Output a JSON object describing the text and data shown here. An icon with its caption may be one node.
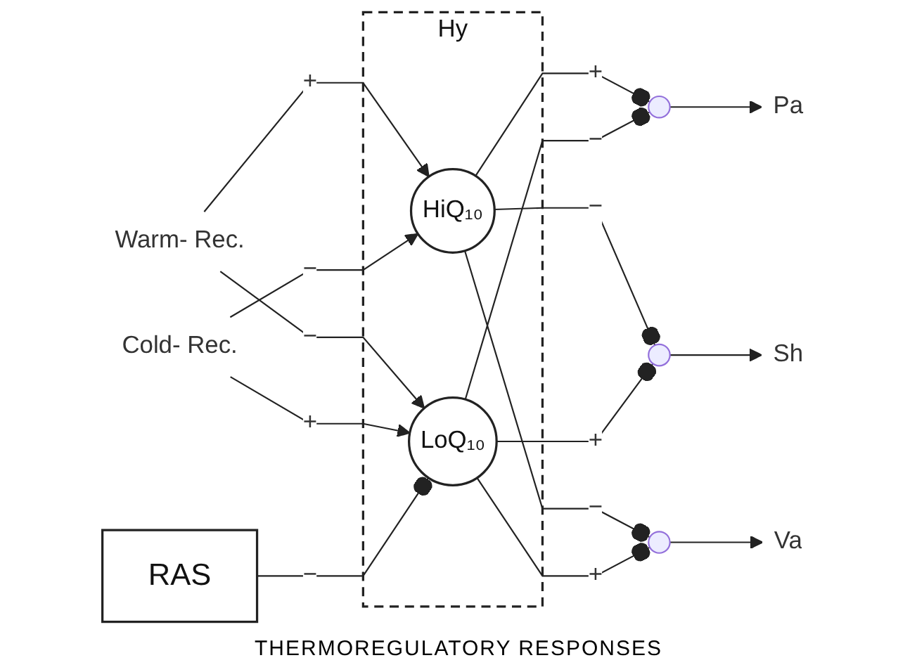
{
  "diagram": {
    "nodes": [
      {
        "text": [
          "Warm- Rec."
        ]
      },
      {
        "text": [
          "Cold- Rec."
        ]
      },
      {
        "text": [
          "Hy"
        ]
      },
      {
        "text": [
          "HiQ₁₀"
        ],
        "in": 2
      },
      {
        "text": [
          "LoQ₁₀"
        ],
        "in": 2
      },
      {
        "text": [
          "RAS"
        ]
      },
      {
        "text": [],
        "shape": "circle"
      },
      {
        "text": [
          "Pa"
        ]
      },
      {
        "text": [],
        "shape": "circle"
      },
      {
        "text": [
          "Sh"
        ]
      },
      {
        "text": [],
        "shape": "circle"
      },
      {
        "text": [
          "Va"
        ]
      }
    ],
    "edges": [
      {
        "from": 0,
        "to": 3,
        "arrow": "to",
        "label": "+"
      },
      {
        "from": 0,
        "to": 4,
        "arrow": "to",
        "label": "−"
      },
      {
        "from": 1,
        "to": 3,
        "arrow": "to",
        "label": "−"
      },
      {
        "from": 1,
        "to": 4,
        "arrow": "to",
        "label": "+"
      },
      {
        "from": 5,
        "to": 4,
        "arrow": "other",
        "label": "−"
      },
      {
        "from": 3,
        "to": 6,
        "arrow": "other",
        "label": "+"
      },
      {
        "from": 4,
        "to": 6,
        "arrow": "other",
        "label": "−"
      },
      {
        "from": 3,
        "to": 8,
        "arrow": "other",
        "label": "−"
      },
      {
        "from": 4,
        "to": 8,
        "arrow": "other",
        "label": "+"
      },
      {
        "from": 3,
        "to": 10,
        "arrow": "other",
        "label": "−"
      },
      {
        "from": 4,
        "to": 10,
        "arrow": "other",
        "label": "+"
      },
      {
        "from": 6,
        "to": 7,
        "arrow": "to"
      },
      {
        "from": 8,
        "to": 9,
        "arrow": "to"
      },
      {
        "from": 10,
        "to": 11,
        "arrow": "to"
      }
    ],
    "labels": [
      "THERMOREGULATORY RESPONSES"
    ]
  }
}
